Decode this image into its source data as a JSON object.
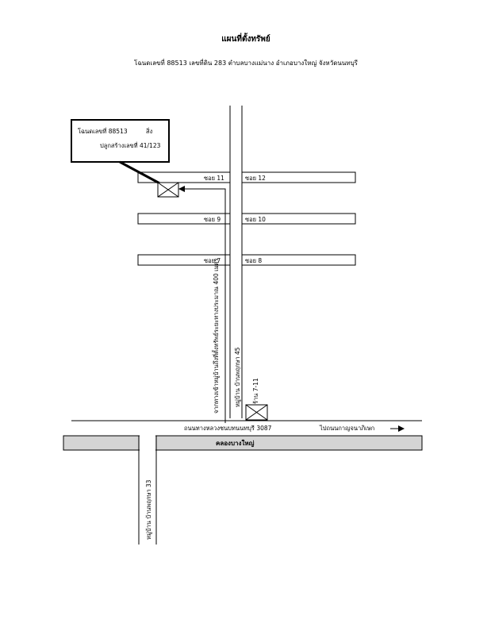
{
  "header": {
    "title": "แผนที่ตั้งทรัพย์",
    "subtitle": "โฉนดเลขที่ 88513  เลขที่ดิน 283  ตำบลบางแม่นาง  อำเภอบางใหญ่  จังหวัดนนทบุรี"
  },
  "callout": {
    "line1_left": "โฉนดเลขที่ 88513",
    "line1_right": "สิ่ง",
    "line2": "ปลูกสร้างเลขที่ 41/123"
  },
  "sois": {
    "soi_11": "ซอย 11",
    "soi_12": "ซอย 12",
    "soi_9": "ซอย 9",
    "soi_10": "ซอย 10",
    "soi_7": "ซอย 7",
    "soi_8": "ซอย 8"
  },
  "labels": {
    "route_note": "จากทางเข้าหมู่บ้านถึงที่ตั้งทรัพย์ระยะทางประมาณ 400 เมตร",
    "village_45": "หมู่บ้าน บ้านพฤกษา 45",
    "shop_711": "ร้าน 7-11",
    "main_road": "ถนนทางหลวงชนบทนนทบุรี 3087",
    "to_kanchanaphisek": "ไปถนนกาญจนาภิเษก",
    "canal": "คลองบางใหญ่",
    "village_33": "หมู่บ้าน บ้านพฤกษา 33"
  }
}
